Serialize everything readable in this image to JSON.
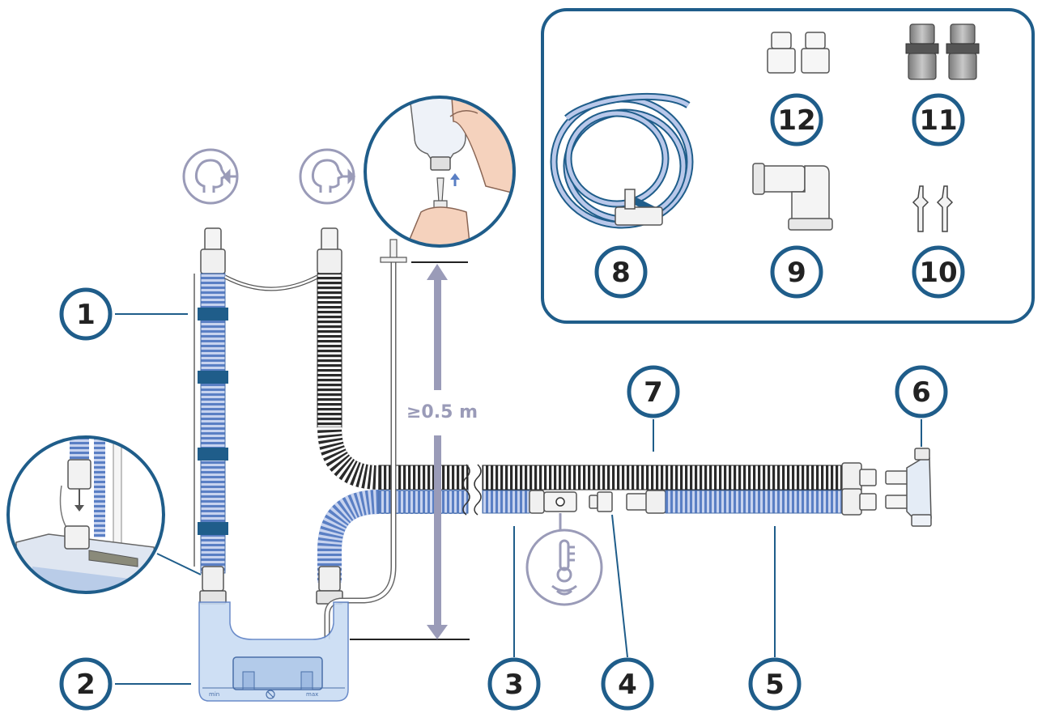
{
  "callouts": [
    {
      "id": "1",
      "label": "1"
    },
    {
      "id": "2",
      "label": "2"
    },
    {
      "id": "3",
      "label": "3"
    },
    {
      "id": "4",
      "label": "4"
    },
    {
      "id": "5",
      "label": "5"
    },
    {
      "id": "6",
      "label": "6"
    },
    {
      "id": "7",
      "label": "7"
    },
    {
      "id": "8",
      "label": "8"
    },
    {
      "id": "9",
      "label": "9"
    },
    {
      "id": "10",
      "label": "10"
    },
    {
      "id": "11",
      "label": "11"
    },
    {
      "id": "12",
      "label": "12"
    }
  ],
  "dimension": {
    "label": "≥0.5 m"
  },
  "chamber": {
    "min_label": "min",
    "max_label": "max"
  },
  "icons": {
    "inspiration": "patient-inhale-icon",
    "expiration": "patient-exhale-icon",
    "temperature": "temperature-sensor-icon"
  },
  "colors": {
    "outline": "#1f5d8a",
    "callout_ring": "#1f5d8a",
    "blue_tube": "#5a7fc4",
    "blue_tube_light": "#b9c8ea",
    "black_tube": "#2a2a2a",
    "icon_gray": "#9a9bb8",
    "chamber_water": "#c9dcf3"
  }
}
